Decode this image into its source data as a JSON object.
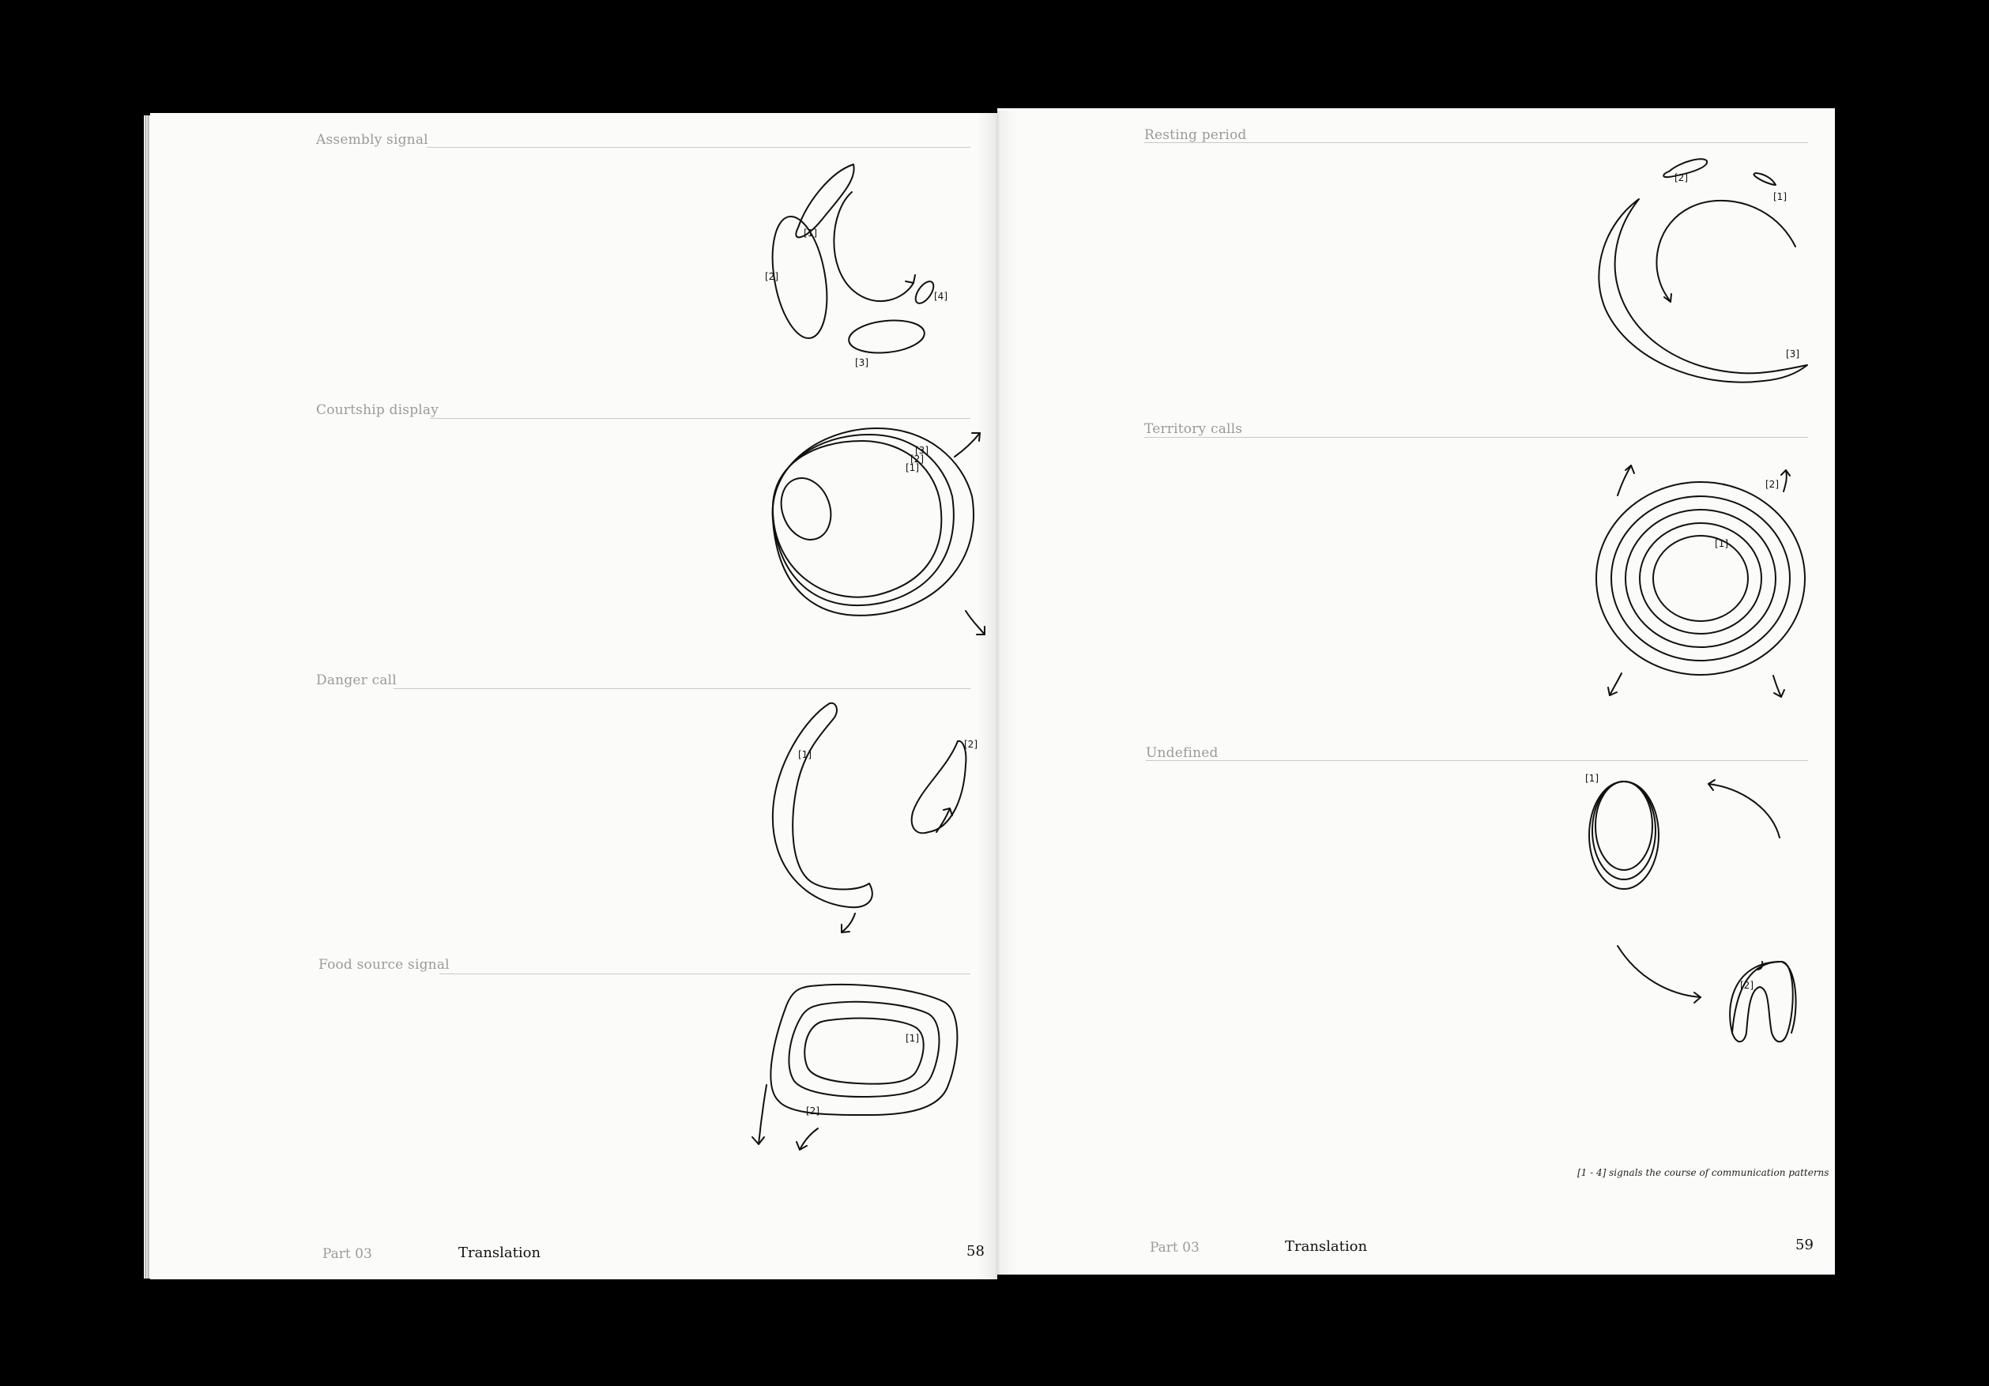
{
  "left_page": {
    "sections": [
      {
        "title": "Assembly signal",
        "labels": [
          "[1]",
          "[2]",
          "[3]",
          "[4]"
        ]
      },
      {
        "title": "Courtship display",
        "labels": [
          "[3]",
          "[2]",
          "[1]"
        ]
      },
      {
        "title": "Danger call",
        "labels": [
          "[1]",
          "[2]"
        ]
      },
      {
        "title": "Food source signal",
        "labels": [
          "[1]",
          "[2]"
        ]
      }
    ],
    "footer": {
      "part": "Part 03",
      "title": "Translation",
      "page_number": "58"
    }
  },
  "right_page": {
    "sections": [
      {
        "title": "Resting period",
        "labels": [
          "[2]",
          "[1]",
          "[3]"
        ]
      },
      {
        "title": "Territory calls",
        "labels": [
          "[2]",
          "[1]"
        ]
      },
      {
        "title": "Undefined",
        "labels": [
          "[1]",
          "[2]"
        ]
      }
    ],
    "footnote": "[1 - 4] signals the course of communication patterns",
    "footer": {
      "part": "Part 03",
      "title": "Translation",
      "page_number": "59"
    }
  },
  "colors": {
    "background": "#000000",
    "paper": "#fbfbf9",
    "ink": "#111111",
    "muted": "#9a9a96"
  }
}
